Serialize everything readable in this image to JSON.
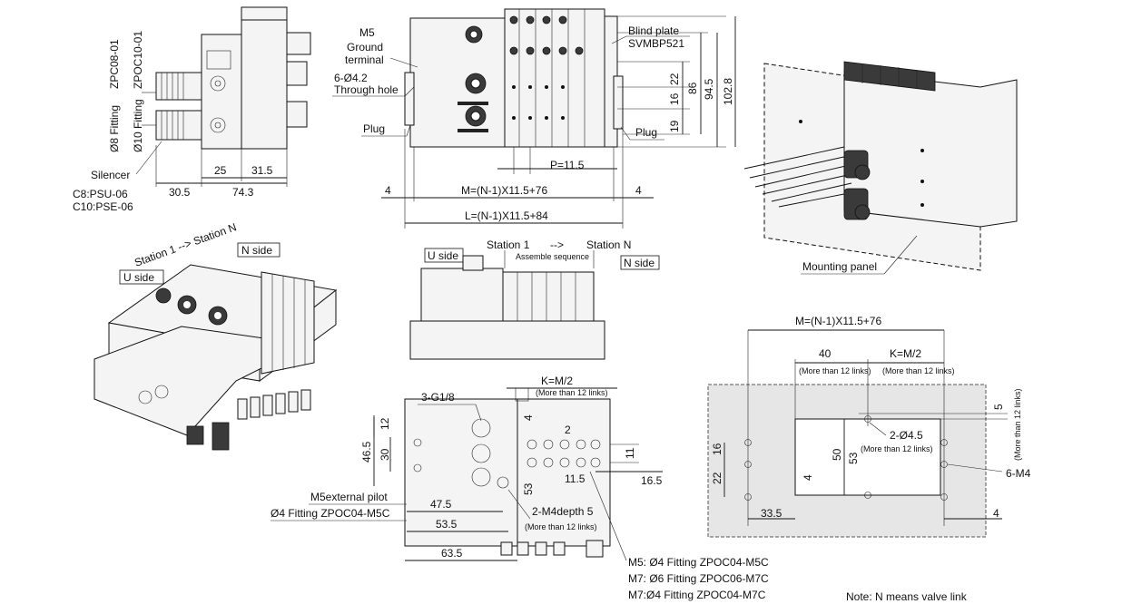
{
  "labels": {
    "zpc08": "ZPC08-01",
    "zpoc10": "ZPOC10-01",
    "phi8_fitting": "Ø8  Fitting",
    "phi10_fitting": "Ø10  Fitting",
    "silencer": "Silencer",
    "c8": "C8:PSU-06",
    "c10": "C10:PSE-06",
    "m5": "M5",
    "ground1": "Ground",
    "ground2": "terminal",
    "hole1": "6-Ø4.2",
    "hole2": "Through hole",
    "plug_left": "Plug",
    "plug_right": "Plug",
    "blind1": "Blind plate",
    "blind2": "SVMBP521",
    "p": "P=11.5",
    "m_formula": "M=(N-1)X11.5+76",
    "l_formula": "L=(N-1)X11.5+84",
    "station_iso": "Station 1  --> Station N",
    "n_side": "N side",
    "u_side": "U side",
    "u_side_front": "U side",
    "station_front1": "Station 1",
    "station_arrow": "-->",
    "station_frontN": "Station N",
    "assemble": "Assemble sequence",
    "n_side_front": "N side",
    "mounting_panel": "Mounting panel",
    "m_formula2": "M=(N-1)X11.5+76",
    "k_half": "K=M/2",
    "k_half2": "K=M/2",
    "more12": "(More than 12 links)",
    "thread": "3-G1/8",
    "m5_pilot": "M5external pilot",
    "phi4_fit": "Ø4  Fitting  ZPOC04-M5C",
    "m4depth": "2-M4depth 5",
    "hole45": "2-Ø4.5",
    "m4_6": "6-M4",
    "legend1": "M5: Ø4  Fitting  ZPOC04-M5C",
    "legend2": "M7: Ø6  Fitting  ZPOC06-M7C",
    "legend3": "M7:Ø4  Fitting  ZPOC04-M7C",
    "note": "Note: N means valve link"
  },
  "dims": {
    "d25": "25",
    "d31_5": "31.5",
    "d30_5": "30.5",
    "d74_3": "74.3",
    "d4a": "4",
    "d4b": "4",
    "d22": "22",
    "d16": "16",
    "d19": "19",
    "d86": "86",
    "d94_5": "94.5",
    "d102_8": "102.8",
    "d12": "12",
    "d46_5": "46.5",
    "d30": "30",
    "d4c": "4",
    "d2": "2",
    "d11": "11",
    "d11_5": "11.5",
    "d16_5": "16.5",
    "d53": "53",
    "d47_5": "47.5",
    "d53_5": "53.5",
    "d63_5": "63.5",
    "d40": "40",
    "d5": "5",
    "d16b": "16",
    "d22b": "22",
    "d4d": "4",
    "d50": "50",
    "d53b": "53",
    "d33_5": "33.5",
    "d4e": "4"
  }
}
